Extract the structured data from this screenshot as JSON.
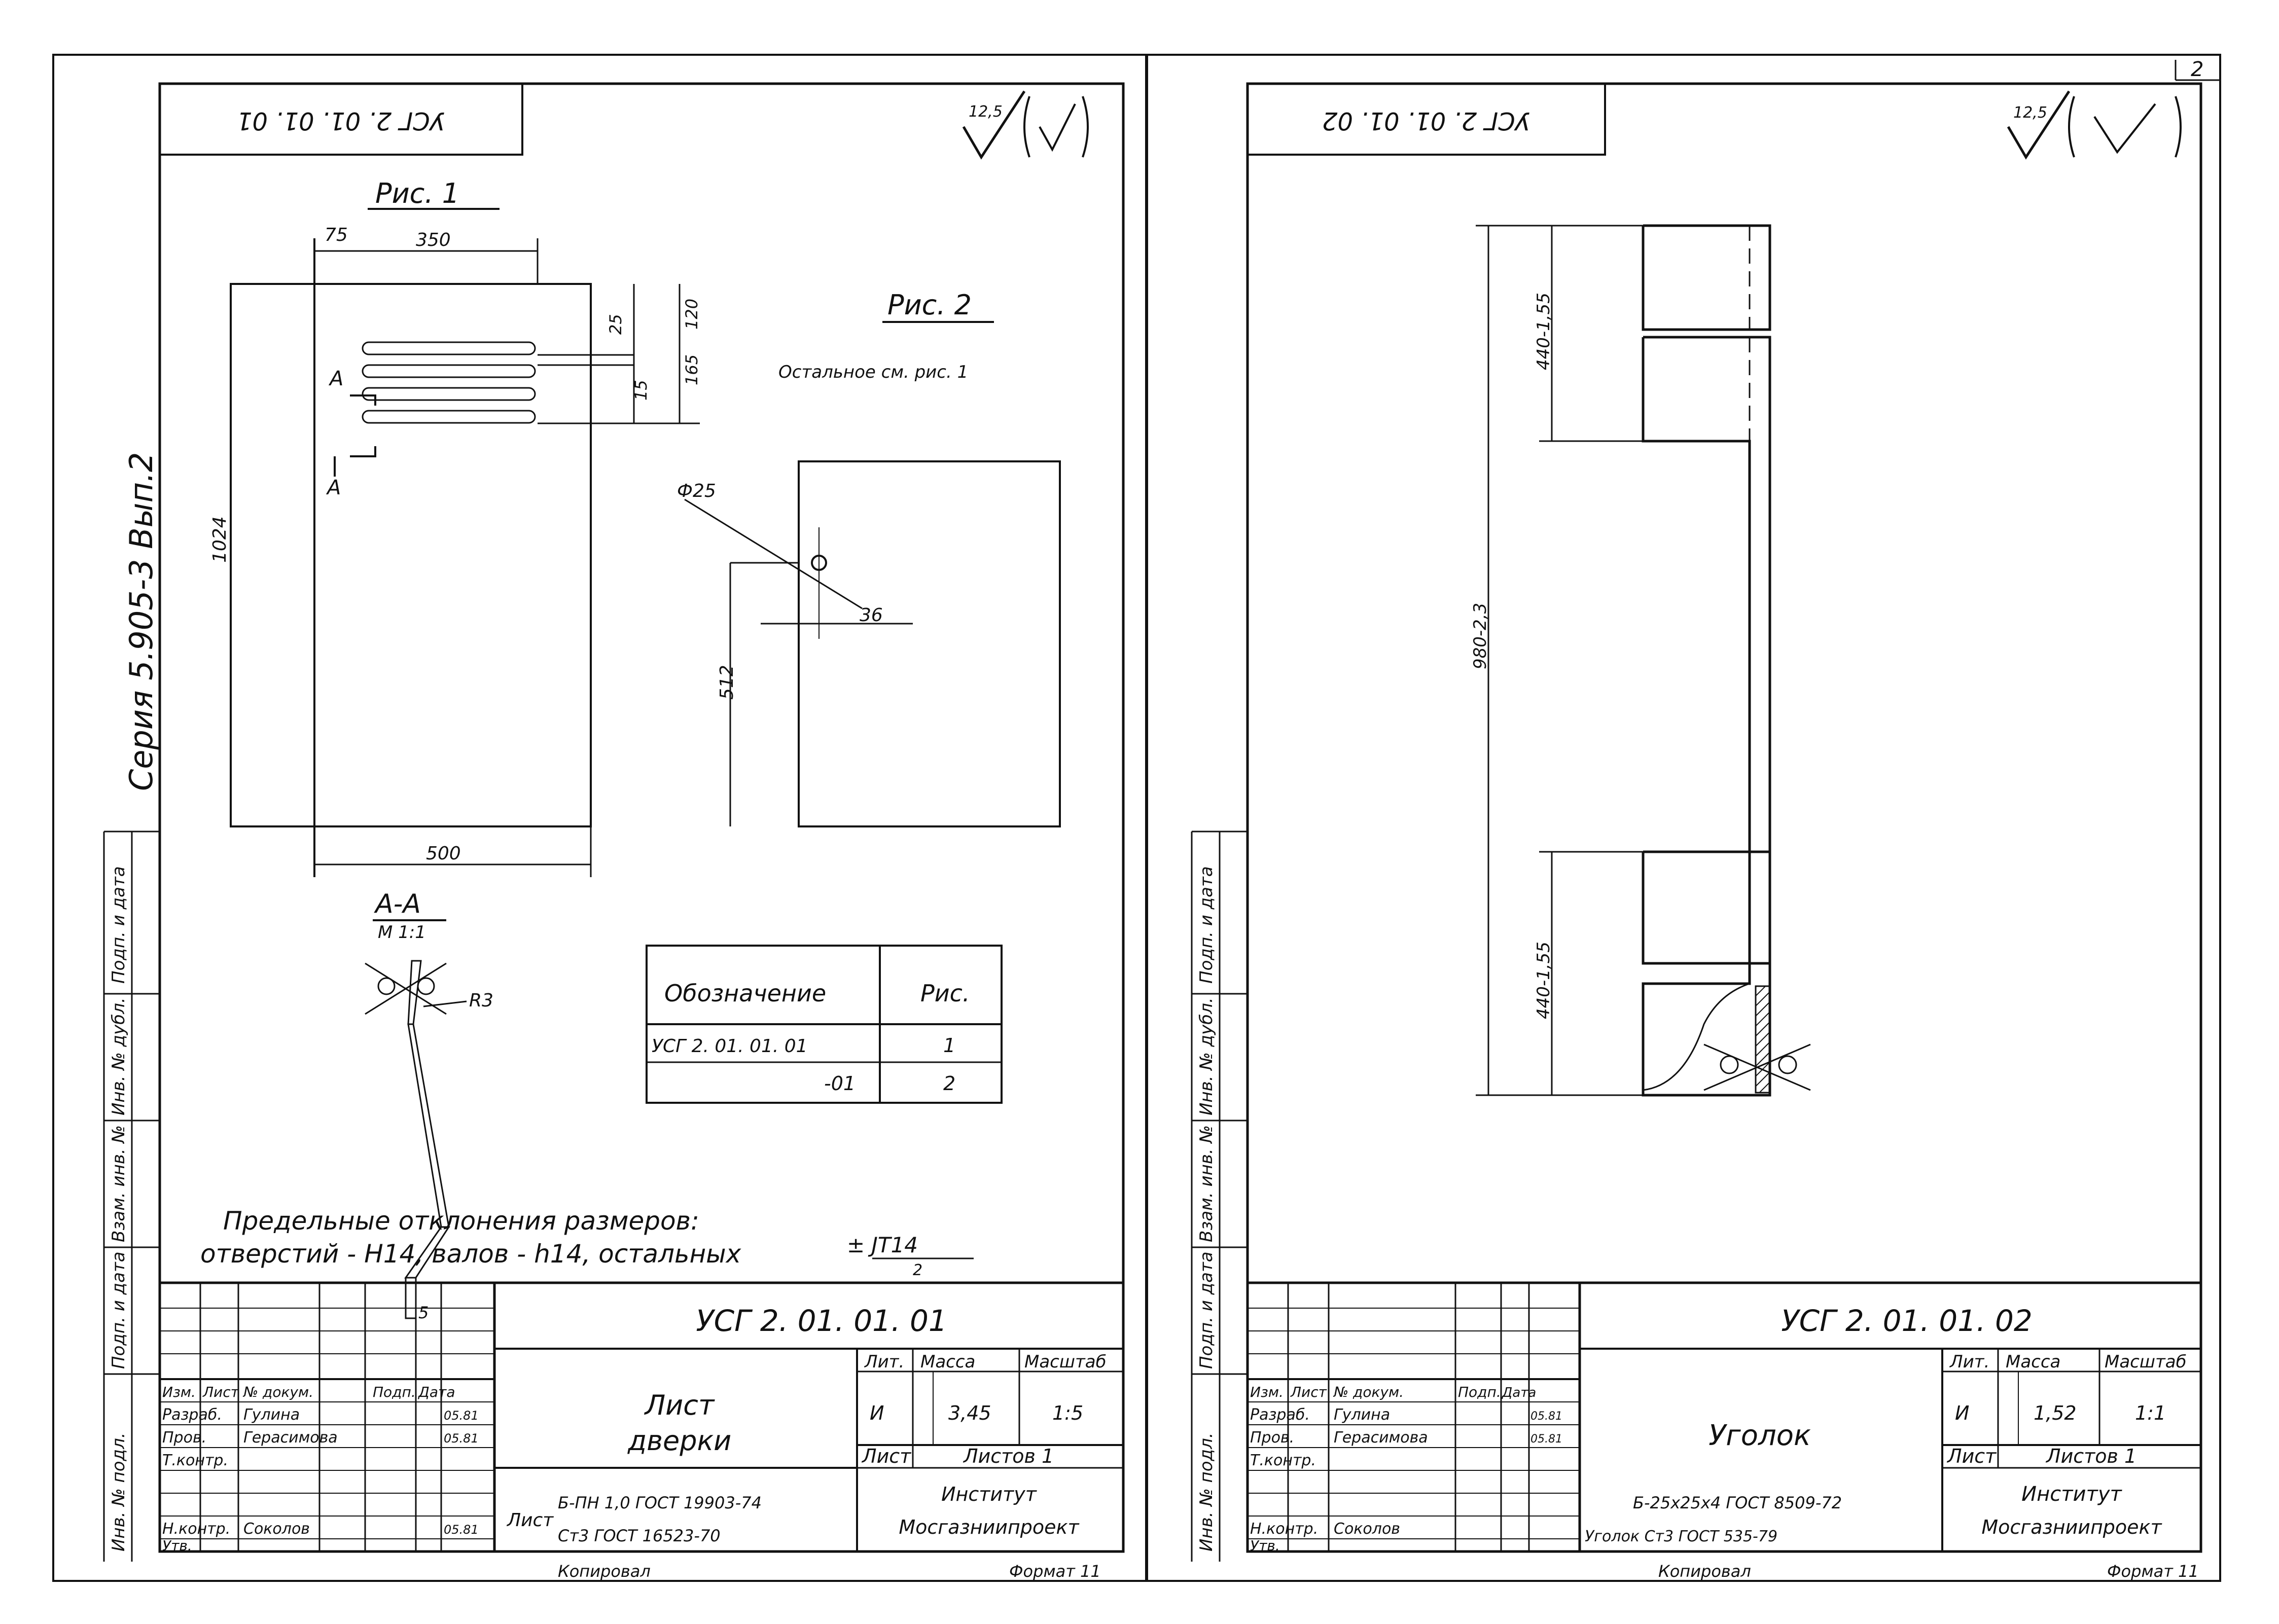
{
  "page_number": "2",
  "left_sheet": {
    "stamp_code": "УСГ 2. 01. 01. 01",
    "roughness": "12,5",
    "series_label": "Серия 5.905-3 Вып.2",
    "fig1": {
      "title": "Рис. 1",
      "dims": {
        "d75": "75",
        "d350": "350",
        "d25": "25",
        "d120": "120",
        "d165": "165",
        "d15": "15",
        "d1024": "1024",
        "d500": "500"
      },
      "section_mark": "А"
    },
    "fig2": {
      "title": "Рис. 2",
      "note": "Остальное см. рис. 1",
      "hole": "Ф25",
      "d36": "36",
      "d512": "512"
    },
    "section": {
      "title": "А-А",
      "scale": "М 1:1",
      "radius": "R3",
      "thickness": "5"
    },
    "spec_table": {
      "headers": [
        "Обозначение",
        "Рис."
      ],
      "rows": [
        {
          "designation": "УСГ 2. 01. 01. 01",
          "fig": "1"
        },
        {
          "designation": "-01",
          "fig": "2"
        }
      ]
    },
    "tolerance_note": {
      "line1": "Предельные отклонения размеров:",
      "line2": "отверстий - Н14, валов - h14, остальных",
      "fraction_num": "± JT14",
      "fraction_den": "2"
    },
    "title_block": {
      "code": "УСГ 2. 01. 01. 01",
      "name_line1": "Лист",
      "name_line2": "дверки",
      "col_lit": "Лит.",
      "col_mass": "Масса",
      "col_scale": "Масштаб",
      "lit": "И",
      "mass": "3,45",
      "scale": "1:5",
      "sheet": "Лист",
      "sheets": "Листов 1",
      "material_line1": "Б-ПН 1,0 ГОСТ 19903-74",
      "material_line2": "Ст3 ГОСТ 16523-70",
      "material_prefix": "Лист",
      "org_line1": "Институт",
      "org_line2": "Мосгазниипроект",
      "head_izm": "Изм.",
      "head_list": "Лист",
      "head_doc": "№ докум.",
      "head_sign": "Подп.",
      "head_date": "Дата",
      "role_dev": "Разраб.",
      "role_chk": "Пров.",
      "role_tk": "Т.контр.",
      "role_nk": "Н.контр.",
      "role_app": "Утв.",
      "name_dev": "Гулина",
      "name_chk": "Герасимова",
      "name_nk": "Соколов",
      "date_dev": "05.81",
      "date_chk": "05.81",
      "date_nk": "05.81"
    },
    "side_labels": [
      "Инв. № подл.",
      "Подп. и дата",
      "Взам. инв. №",
      "Инв. № дубл.",
      "Подп. и дата"
    ],
    "footer_left": "Копировал",
    "footer_right": "Формат 11"
  },
  "right_sheet": {
    "stamp_code": "УСГ 2. 01. 01. 02",
    "roughness": "12,5",
    "dims": {
      "top": "440-1,55",
      "total": "980-2,3",
      "bottom": "440-1,55"
    },
    "title_block": {
      "code": "УСГ 2. 01. 01. 02",
      "name": "Уголок",
      "col_lit": "Лит.",
      "col_mass": "Масса",
      "col_scale": "Масштаб",
      "lit": "И",
      "mass": "1,52",
      "scale": "1:1",
      "sheet": "Лист",
      "sheets": "Листов 1",
      "material_line1": "Б-25х25х4 ГОСТ 8509-72",
      "material_line2": "Уголок Ст3 ГОСТ 535-79",
      "org_line1": "Институт",
      "org_line2": "Мосгазниипроект",
      "head_izm": "Изм.",
      "head_list": "Лист",
      "head_doc": "№ докум.",
      "head_sign": "Подп.",
      "head_date": "Дата",
      "role_dev": "Разраб.",
      "role_chk": "Пров.",
      "role_tk": "Т.контр.",
      "role_nk": "Н.контр.",
      "role_app": "Утв.",
      "name_dev": "Гулина",
      "name_chk": "Герасимова",
      "name_nk": "Соколов",
      "date_dev": "05.81",
      "date_chk": "05.81"
    },
    "side_labels": [
      "Инв. № подл.",
      "Подп. и дата",
      "Взам. инв. №",
      "Инв. № дубл.",
      "Подп. и дата"
    ],
    "footer_left": "Копировал",
    "footer_right": "Формат 11"
  }
}
